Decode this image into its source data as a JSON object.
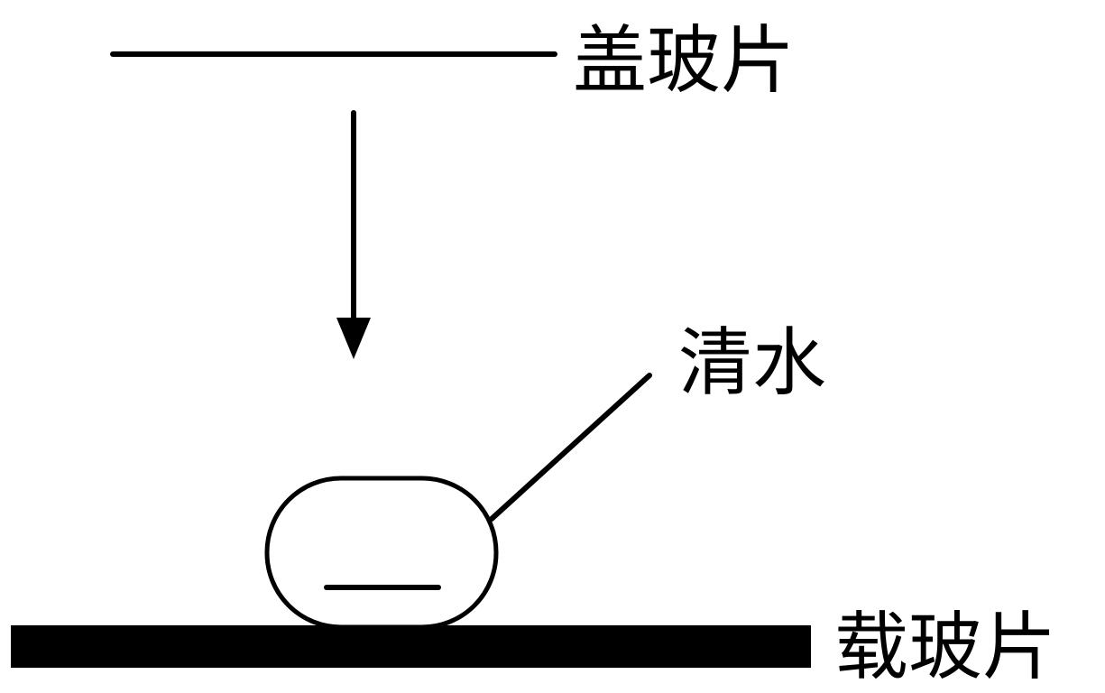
{
  "labels": {
    "cover_slip": "盖玻片",
    "water": "清水",
    "slide": "载玻片"
  },
  "colors": {
    "stroke": "#000000",
    "background": "#ffffff"
  }
}
